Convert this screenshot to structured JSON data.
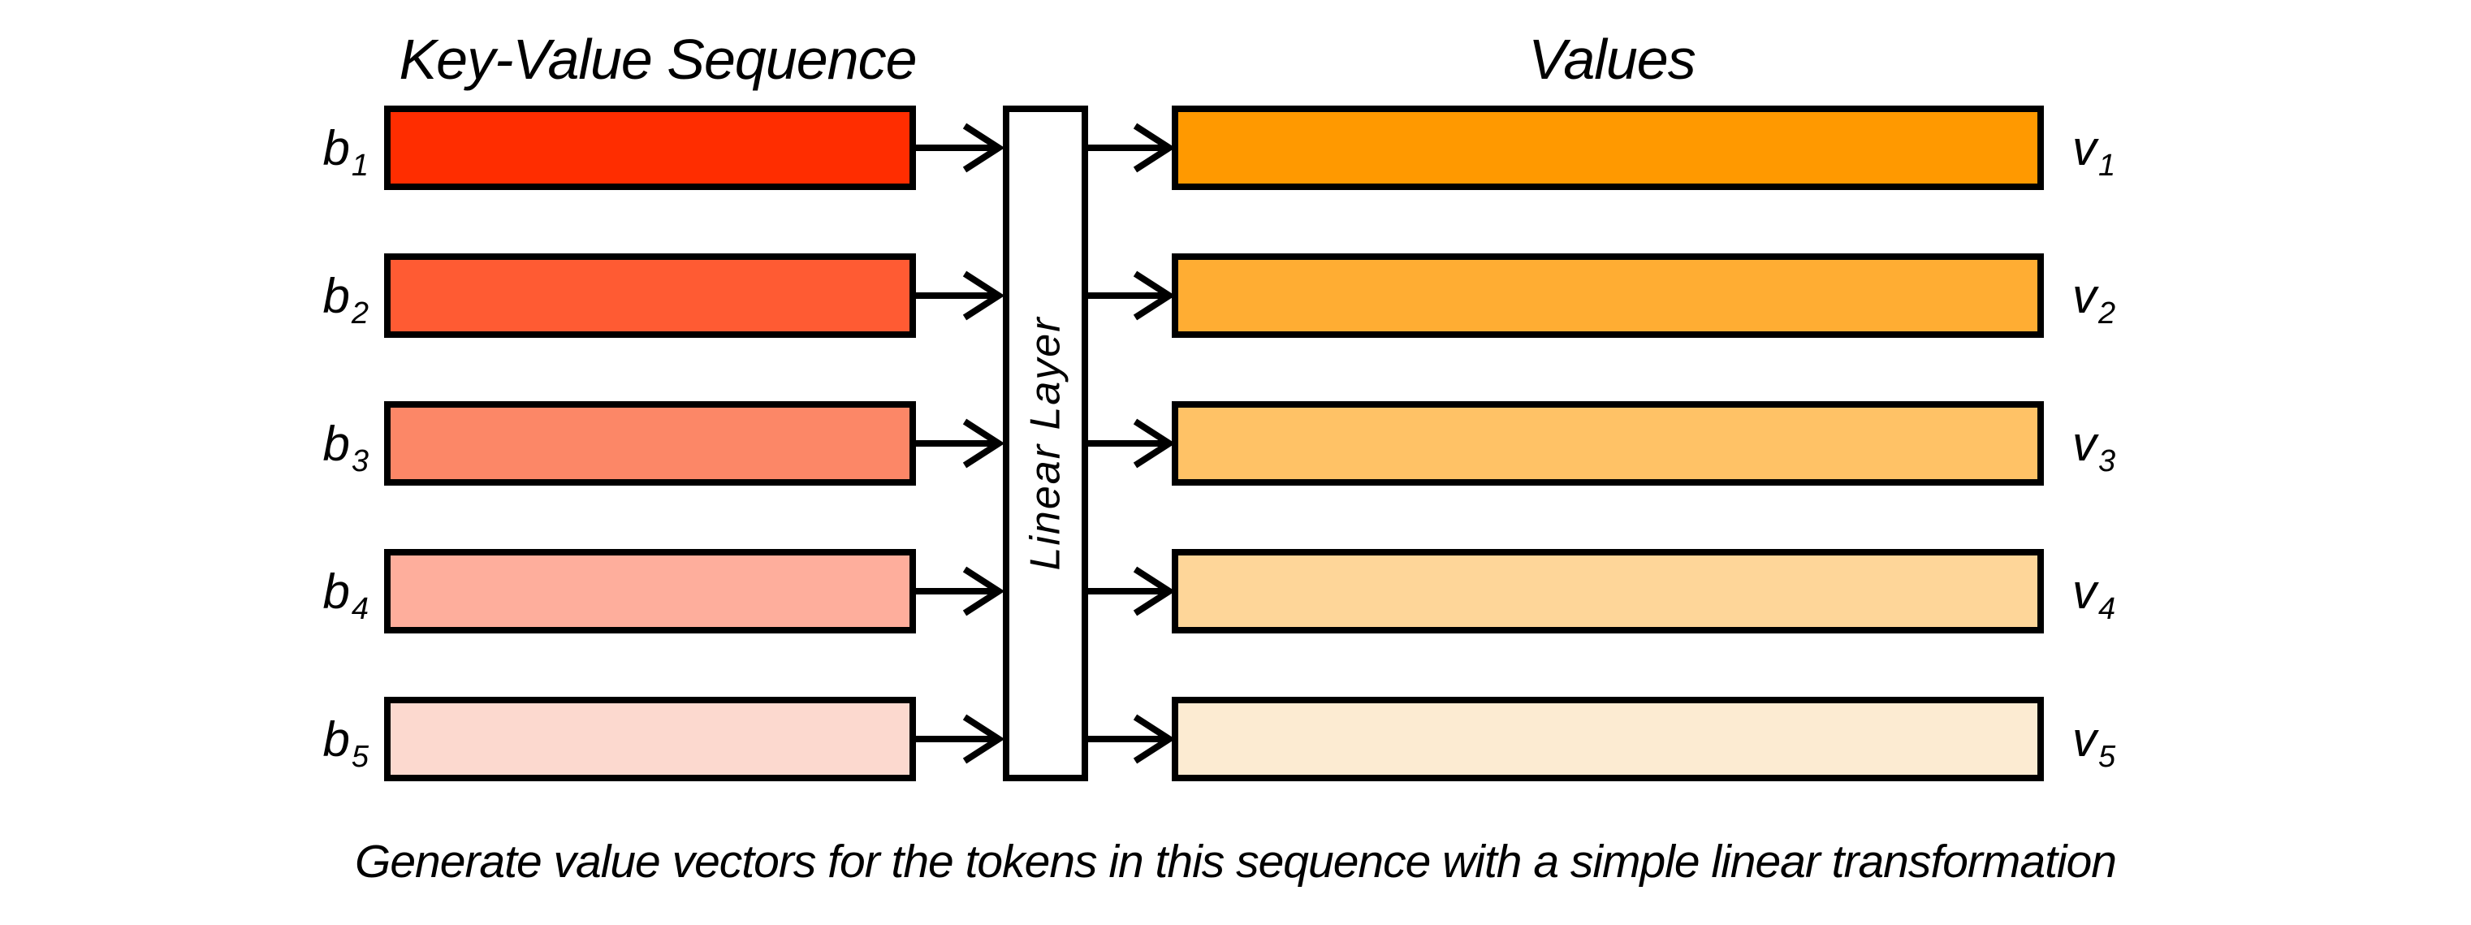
{
  "left_section": {
    "title": "Key-Value Sequence"
  },
  "right_section": {
    "title": "Values"
  },
  "linear_layer": {
    "label": "Linear Layer"
  },
  "caption": "Generate value vectors for the tokens in this sequence with a simple linear transformation",
  "rows": [
    {
      "input_label": "b",
      "input_subscript": "1",
      "input_color": "#FF2D00",
      "output_label": "v",
      "output_subscript": "1",
      "output_color": "#FF9900"
    },
    {
      "input_label": "b",
      "input_subscript": "2",
      "input_color": "#FF5B33",
      "output_label": "v",
      "output_subscript": "2",
      "output_color": "#FFAD33"
    },
    {
      "input_label": "b",
      "input_subscript": "3",
      "input_color": "#FC8767",
      "output_label": "v",
      "output_subscript": "3",
      "output_color": "#FFC266"
    },
    {
      "input_label": "b",
      "input_subscript": "4",
      "input_color": "#FEAE9C",
      "output_label": "v",
      "output_subscript": "4",
      "output_color": "#FED699"
    },
    {
      "input_label": "b",
      "input_subscript": "5",
      "input_color": "#FCD9CF",
      "output_label": "v",
      "output_subscript": "5",
      "output_color": "#FCEBD2"
    }
  ],
  "style": {
    "background": "#FFFFFF",
    "border_color": "#000000",
    "arrow_color": "#000000",
    "text_color": "#000000"
  }
}
